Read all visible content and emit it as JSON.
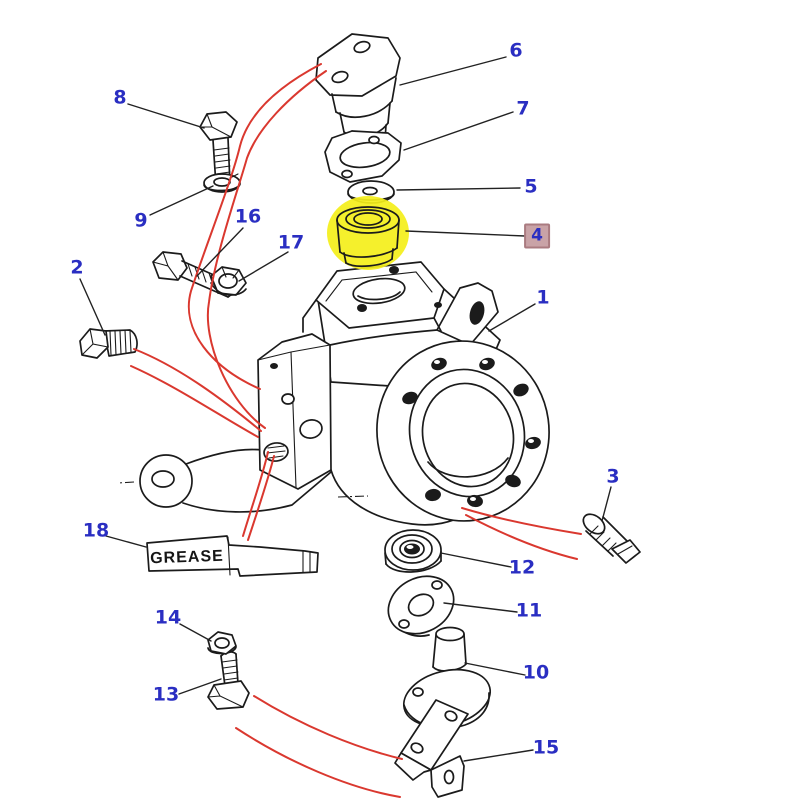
{
  "diagram": {
    "type": "exploded-parts-diagram",
    "grease_text": "GREASE",
    "highlighted_part": "4",
    "colors": {
      "page-bg": "#ffffff",
      "callout-blue": "#2a2ec2",
      "leader-red": "#da382f",
      "line-black": "#1b1b1b",
      "highlight-yellow": "#f4ef1a",
      "callout-box-bg": "#c9a3a7",
      "callout-box-border": "#aa7b80"
    },
    "callouts": [
      {
        "label": "1",
        "highlighted": false
      },
      {
        "label": "2",
        "highlighted": false
      },
      {
        "label": "3",
        "highlighted": false
      },
      {
        "label": "4",
        "highlighted": true
      },
      {
        "label": "5",
        "highlighted": false
      },
      {
        "label": "6",
        "highlighted": false
      },
      {
        "label": "7",
        "highlighted": false
      },
      {
        "label": "8",
        "highlighted": false
      },
      {
        "label": "9",
        "highlighted": false
      },
      {
        "label": "10",
        "highlighted": false
      },
      {
        "label": "11",
        "highlighted": false
      },
      {
        "label": "12",
        "highlighted": false
      },
      {
        "label": "13",
        "highlighted": false
      },
      {
        "label": "14",
        "highlighted": false
      },
      {
        "label": "15",
        "highlighted": false
      },
      {
        "label": "16",
        "highlighted": false
      },
      {
        "label": "17",
        "highlighted": false
      },
      {
        "label": "18",
        "highlighted": false
      }
    ]
  }
}
